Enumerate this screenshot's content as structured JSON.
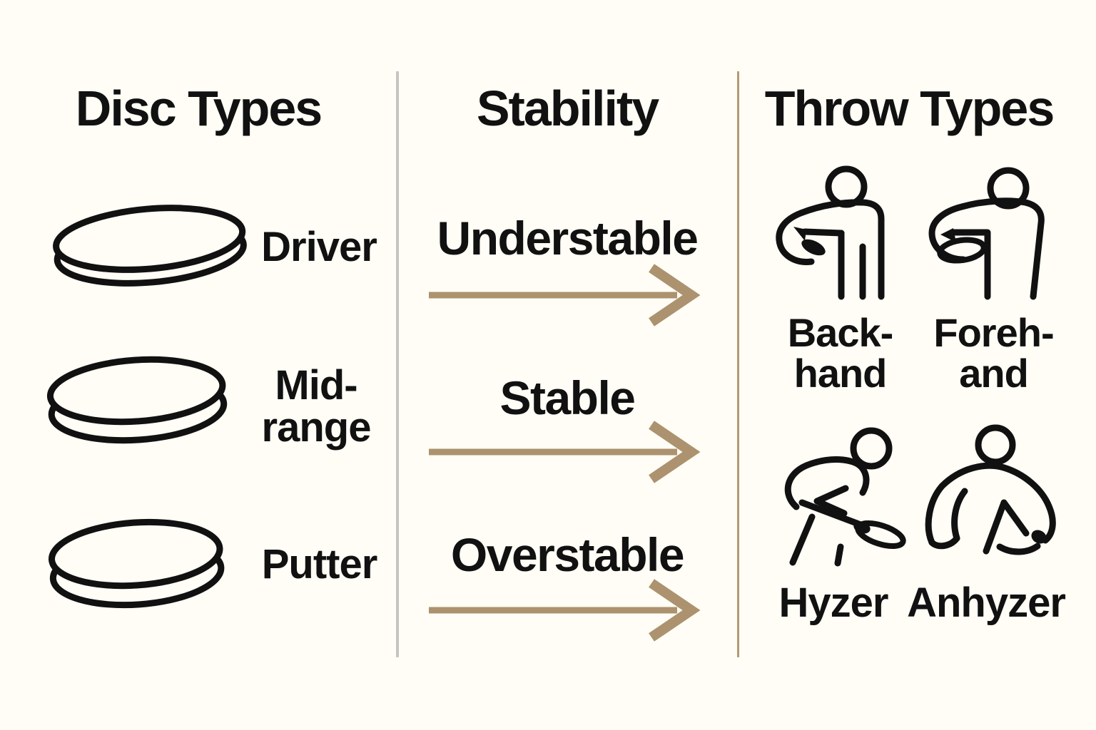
{
  "theme": {
    "background": "#fffdf6",
    "ink": "#111111",
    "arrow": "#ac926e",
    "divider_left": "#c6c5c2",
    "divider_right": "#b49a74"
  },
  "columns": {
    "discs": {
      "heading": "Disc Types",
      "items": [
        {
          "name": "driver",
          "icon": "driver-disc-icon",
          "lines": [
            "Driver"
          ]
        },
        {
          "name": "midrange",
          "icon": "midrange-disc-icon",
          "lines": [
            "Mid-",
            "range"
          ]
        },
        {
          "name": "putter",
          "icon": "putter-disc-icon",
          "lines": [
            "Putter"
          ]
        }
      ]
    },
    "stability": {
      "heading": "Stability",
      "items": [
        {
          "name": "understable",
          "label": "Understable",
          "icon": "right-arrow-icon"
        },
        {
          "name": "stable",
          "label": "Stable",
          "icon": "right-arrow-icon"
        },
        {
          "name": "overstable",
          "label": "Overstable",
          "icon": "right-arrow-icon"
        }
      ]
    },
    "throws": {
      "heading": "Throw Types",
      "items": [
        {
          "name": "backhand",
          "icon": "backhand-thrower-icon",
          "lines": [
            "Back-",
            "hand"
          ]
        },
        {
          "name": "forehand",
          "icon": "forehand-thrower-icon",
          "lines": [
            "Foreh-",
            "and"
          ]
        },
        {
          "name": "hyzer",
          "icon": "hyzer-thrower-icon",
          "lines": [
            "Hyzer"
          ]
        },
        {
          "name": "anhyzer",
          "icon": "anhyzer-thrower-icon",
          "lines": [
            "Anhyzer"
          ]
        }
      ]
    }
  }
}
